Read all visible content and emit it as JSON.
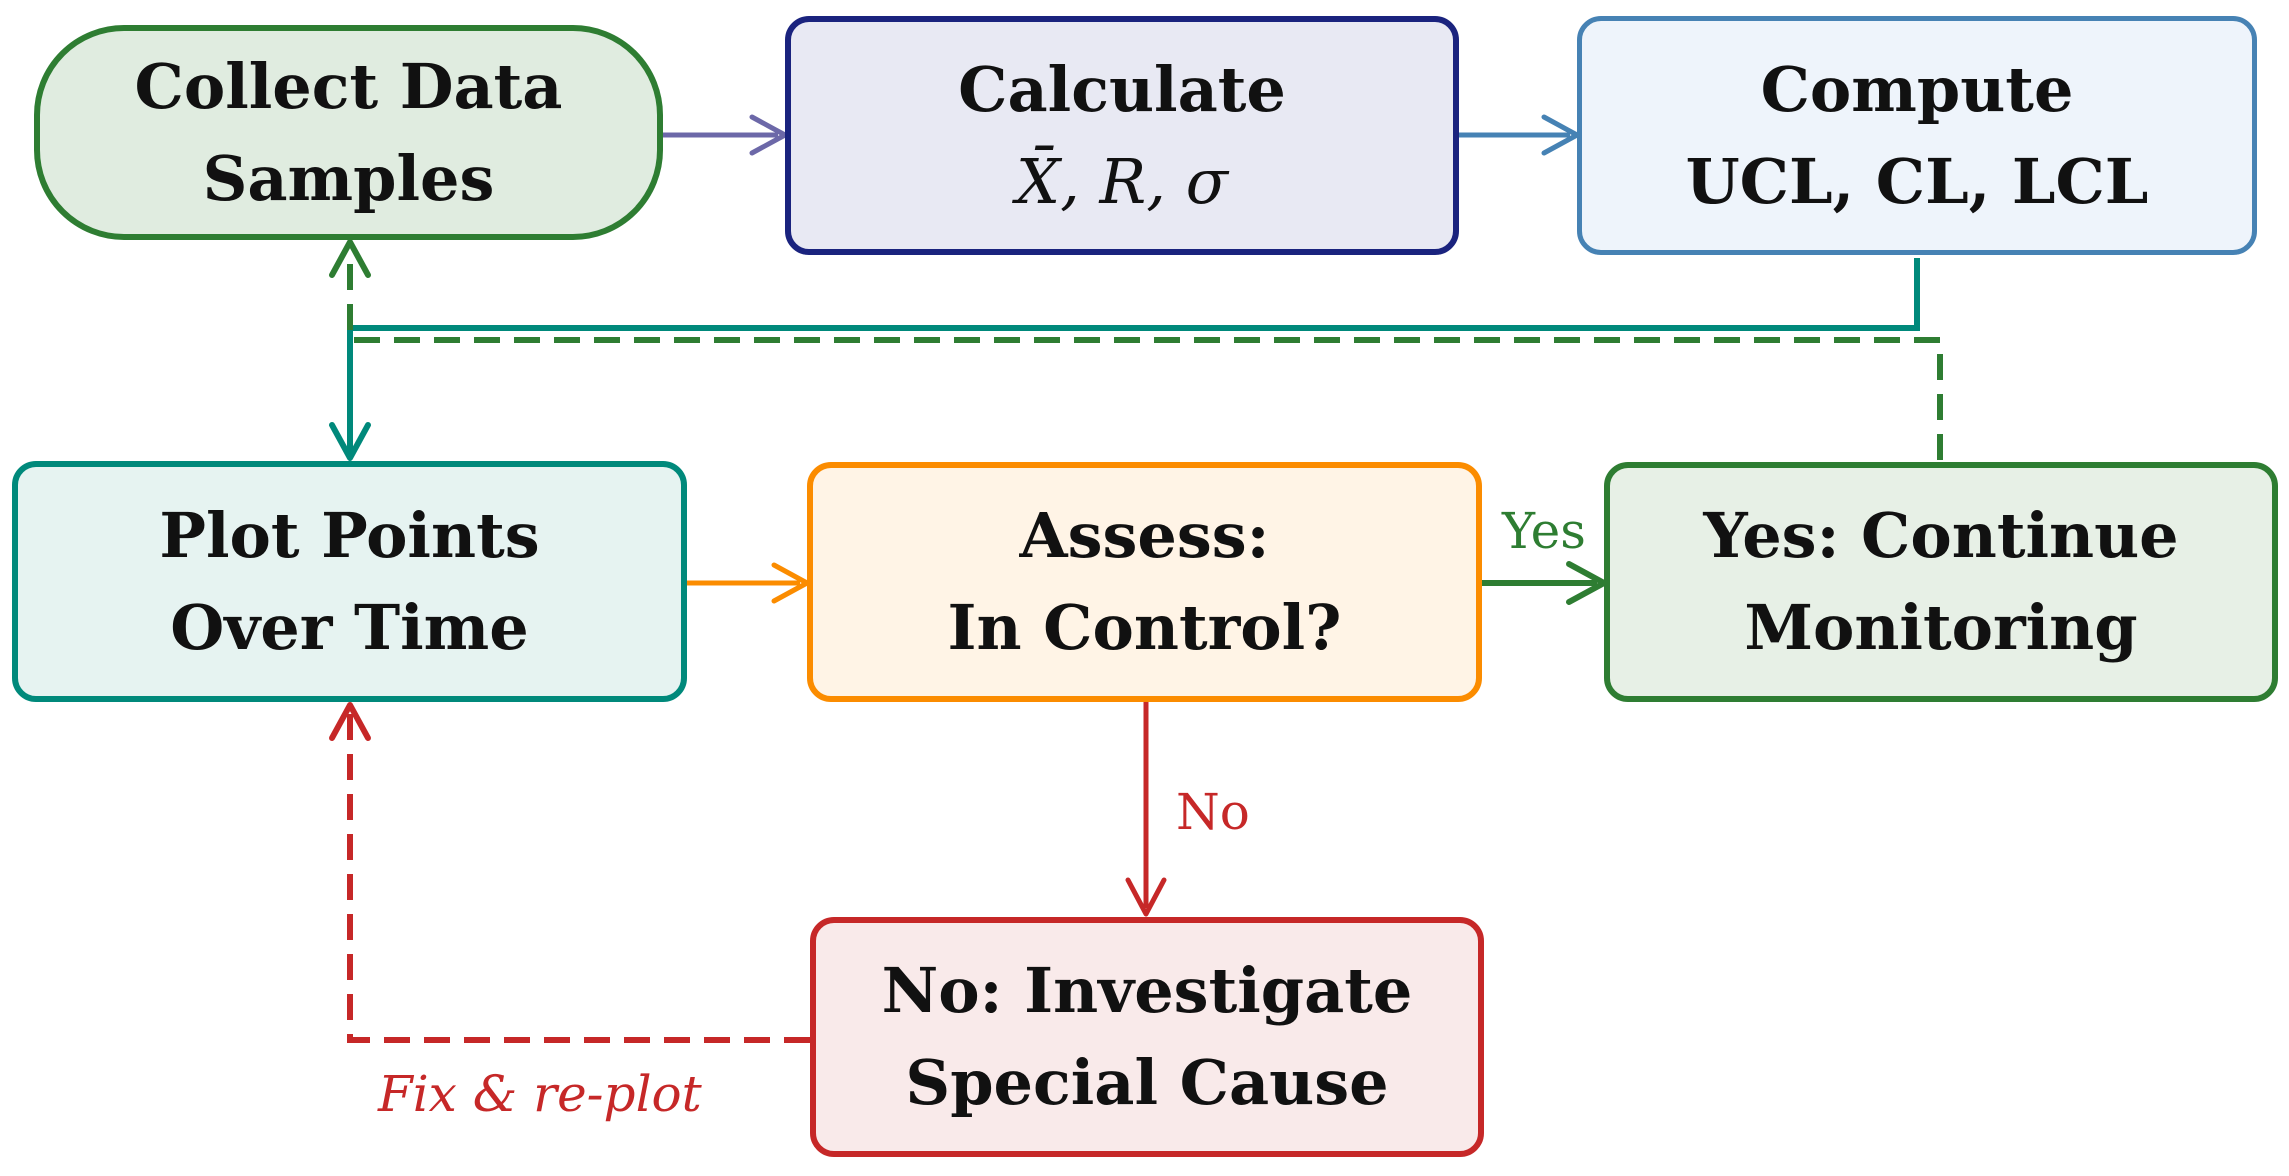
{
  "nodes": {
    "collect": {
      "line1": "Collect Data",
      "line2": "Samples",
      "border": "#2e7d32",
      "fill": "#e0ece0"
    },
    "calculate": {
      "line1": "Calculate",
      "line2": "X̄, R, σ",
      "border": "#1a237e",
      "fill": "#e8e9f3"
    },
    "compute": {
      "line1": "Compute",
      "line2": "UCL, CL, LCL",
      "border": "#4682b4",
      "fill": "#eef4fb"
    },
    "plot": {
      "line1": "Plot Points",
      "line2": "Over Time",
      "border": "#00897b",
      "fill": "#e6f3f1"
    },
    "assess": {
      "line1": "Assess:",
      "line2": "In Control?",
      "border": "#fb8c00",
      "fill": "#fff4e6"
    },
    "continue": {
      "line1": "Yes: Continue",
      "line2": "Monitoring",
      "border": "#2e7d32",
      "fill": "#e7f0e6"
    },
    "investigate": {
      "line1": "No: Investigate",
      "line2": "Special Cause",
      "border": "#c62828",
      "fill": "#f9eaea"
    }
  },
  "edges": [
    {
      "from": "collect",
      "to": "calculate",
      "color": "#6c68a8",
      "style": "solid"
    },
    {
      "from": "calculate",
      "to": "compute",
      "color": "#4682b4",
      "style": "solid"
    },
    {
      "from": "compute",
      "to": "plot",
      "color": "#00897b",
      "style": "solid"
    },
    {
      "from": "plot",
      "to": "assess",
      "color": "#fb8c00",
      "style": "solid"
    },
    {
      "from": "assess",
      "to": "continue",
      "color": "#2e7d32",
      "style": "solid",
      "label": "Yes"
    },
    {
      "from": "assess",
      "to": "investigate",
      "color": "#c62828",
      "style": "solid",
      "label": "No"
    },
    {
      "from": "continue",
      "to": "collect",
      "color": "#2e7d32",
      "style": "dashed"
    },
    {
      "from": "investigate",
      "to": "plot",
      "color": "#c62828",
      "style": "dashed",
      "label": "Fix & re-plot"
    }
  ],
  "labels": {
    "yes": {
      "text": "Yes",
      "color": "#2e7d32"
    },
    "no": {
      "text": "No",
      "color": "#c62828"
    },
    "fix": {
      "text": "Fix & re-plot",
      "color": "#c62828"
    }
  }
}
